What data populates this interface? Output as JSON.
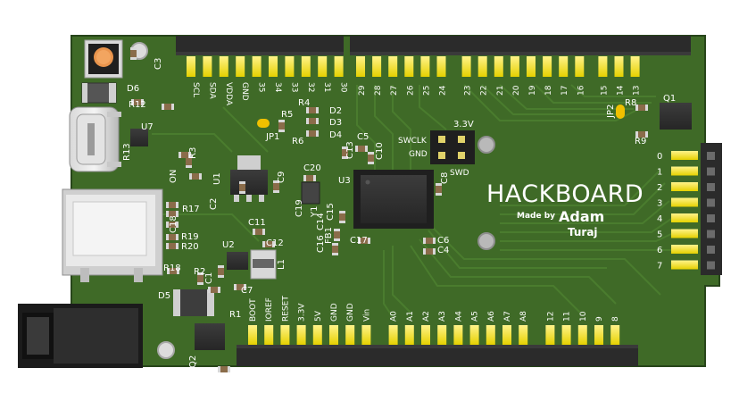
{
  "board": {
    "title": "HACKBOARD",
    "made_by": "Made by",
    "author_first": "Adam",
    "author_last": "Turaj",
    "colors": {
      "pcb": "#3f6a27",
      "pcb_dark": "#35591f",
      "trace": "#4b7d2e",
      "silk": "#ffffff",
      "pad": "#ffff00",
      "header": "#2b2b2b"
    }
  },
  "top_header": {
    "left_labels": [
      "SCL",
      "SDA",
      "VDDA",
      "GND",
      "35",
      "34",
      "33",
      "32",
      "31",
      "30"
    ],
    "right_labels": [
      "29",
      "28",
      "27",
      "26",
      "25",
      "24",
      "23",
      "22",
      "21",
      "20",
      "19",
      "18",
      "17",
      "16",
      "15",
      "14",
      "13"
    ]
  },
  "bottom_header": {
    "labels": [
      "BOOT",
      "IOREF",
      "RESET",
      "3.3V",
      "5V",
      "GND",
      "GND",
      "Vin",
      "A0",
      "A1",
      "A2",
      "A3",
      "A4",
      "A5",
      "A6",
      "A7",
      "A8",
      "12",
      "11",
      "10",
      "9",
      "8"
    ]
  },
  "right_header": {
    "labels": [
      "0",
      "1",
      "2",
      "3",
      "4",
      "5",
      "6",
      "7"
    ]
  },
  "swd": {
    "title": "3.3V",
    "label_clk": "SWCLK",
    "label_gnd": "GND",
    "label_swd": "SWD"
  },
  "refdes": {
    "C3": "C3",
    "D6": "D6",
    "R12": "R12",
    "U7": "U7",
    "R13": "R13",
    "R3": "R3",
    "ON": "ON",
    "C2": "C2",
    "R17": "R17",
    "C18": "C18",
    "R19": "R19",
    "R20": "R20",
    "R18": "R18",
    "R2": "R2",
    "C1": "C1",
    "D5": "D5",
    "R1": "R1",
    "Q2": "Q2",
    "U1": "U1",
    "C9": "C9",
    "C11": "C11",
    "U2": "U2",
    "C12": "C12",
    "L1": "L1",
    "C7": "C7",
    "R4": "R4",
    "R5": "R5",
    "D2": "D2",
    "D3": "D3",
    "R6": "R6",
    "D4": "D4",
    "JP1": "JP1",
    "C5": "C5",
    "C13": "C13",
    "C10": "C10",
    "C20": "C20",
    "U3": "U3",
    "C19": "C19",
    "Y1": "Y1",
    "C15": "C15",
    "C14": "C14",
    "FB1": "FB1",
    "C16": "C16",
    "C17": "C17",
    "C8": "C8",
    "C6": "C6",
    "C4": "C4",
    "JP2": "JP2",
    "R8": "R8",
    "Q1": "Q1",
    "R9": "R9"
  }
}
